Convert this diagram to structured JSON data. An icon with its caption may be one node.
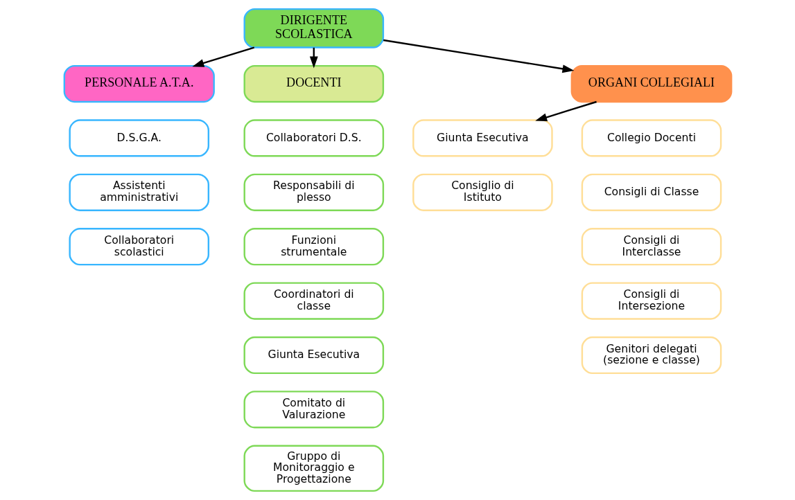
{
  "diagram": {
    "nodes": [
      {
        "text": [
          "DIRIGENTE SCOLASTICA"
        ]
      },
      {
        "text": [
          "PERSONALE A.T.A."
        ]
      },
      {
        "text": [
          "DOCENTI"
        ]
      },
      {
        "text": [
          "ORGANI COLLEGIALI"
        ]
      },
      {
        "text": [
          "D.S.G.A."
        ]
      },
      {
        "text": [
          "Assistenti amministrativi"
        ]
      },
      {
        "text": [
          "Collaboratori scolastici"
        ]
      },
      {
        "text": [
          "Collaboratori D.S."
        ]
      },
      {
        "text": [
          "Responsabili di plesso"
        ]
      },
      {
        "text": [
          "Funzioni strumentale"
        ]
      },
      {
        "text": [
          "Coordinatori di classe"
        ]
      },
      {
        "text": [
          "Giunta Esecutiva"
        ]
      },
      {
        "text": [
          "Comitato di Valurazione"
        ]
      },
      {
        "text": [
          "Gruppo di Monitoraggio e Progettazione"
        ]
      },
      {
        "text": [
          "Giunta Esecutiva"
        ]
      },
      {
        "text": [
          "Consiglio di Istituto"
        ]
      },
      {
        "text": [
          "Collegio Docenti"
        ]
      },
      {
        "text": [
          "Consigli di Classe"
        ]
      },
      {
        "text": [
          "Consigli di Interclasse"
        ]
      },
      {
        "text": [
          "Consigli di Intersezione"
        ]
      },
      {
        "text": [
          "Genitori delegati (sezione e classe)"
        ]
      }
    ],
    "edges": [
      {
        "from": 0,
        "to": 1,
        "arrow": "to"
      },
      {
        "from": 0,
        "to": 2,
        "arrow": "to"
      },
      {
        "from": 0,
        "to": 3,
        "arrow": "to"
      },
      {
        "from": 3,
        "to": 11,
        "arrow": "to"
      }
    ]
  }
}
